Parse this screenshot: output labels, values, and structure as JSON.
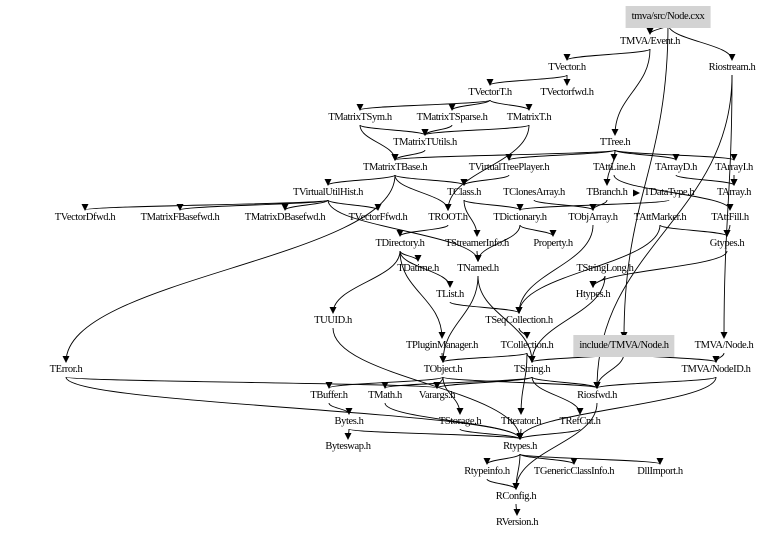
{
  "graph": {
    "highlight_color": "#d3d3d3",
    "nodes": [
      {
        "id": "n0",
        "label": "tmva/src/Node.cxx",
        "highlighted": true
      },
      {
        "id": "n1",
        "label": "TMVA/Event.h"
      },
      {
        "id": "n2",
        "label": "Riostream.h"
      },
      {
        "id": "n3",
        "label": "TVector.h"
      },
      {
        "id": "n4",
        "label": "TVectorT.h"
      },
      {
        "id": "n5",
        "label": "TVectorfwd.h"
      },
      {
        "id": "n6",
        "label": "TMatrixTSym.h"
      },
      {
        "id": "n7",
        "label": "TMatrixTSparse.h"
      },
      {
        "id": "n8",
        "label": "TMatrixT.h"
      },
      {
        "id": "n9",
        "label": "TMatrixTUtils.h"
      },
      {
        "id": "n10",
        "label": "TTree.h"
      },
      {
        "id": "n11",
        "label": "TMatrixTBase.h"
      },
      {
        "id": "n12",
        "label": "TVirtualTreePlayer.h"
      },
      {
        "id": "n13",
        "label": "TAttLine.h"
      },
      {
        "id": "n14",
        "label": "TArrayD.h"
      },
      {
        "id": "n15",
        "label": "TArrayI.h"
      },
      {
        "id": "n16",
        "label": "TVirtualUtilHist.h"
      },
      {
        "id": "n17",
        "label": "TClass.h"
      },
      {
        "id": "n18",
        "label": "TClonesArray.h"
      },
      {
        "id": "n19",
        "label": "TBranch.h"
      },
      {
        "id": "n20",
        "label": "TDataType.h"
      },
      {
        "id": "n21",
        "label": "TArray.h"
      },
      {
        "id": "n22",
        "label": "TVectorDfwd.h"
      },
      {
        "id": "n23",
        "label": "TMatrixFBasefwd.h"
      },
      {
        "id": "n24",
        "label": "TMatrixDBasefwd.h"
      },
      {
        "id": "n25",
        "label": "TVectorFfwd.h"
      },
      {
        "id": "n26",
        "label": "TROOT.h"
      },
      {
        "id": "n27",
        "label": "TDictionary.h"
      },
      {
        "id": "n28",
        "label": "TObjArray.h"
      },
      {
        "id": "n29",
        "label": "TAttMarker.h"
      },
      {
        "id": "n30",
        "label": "TAttFill.h"
      },
      {
        "id": "n31",
        "label": "TDirectory.h"
      },
      {
        "id": "n32",
        "label": "TStreamerInfo.h"
      },
      {
        "id": "n33",
        "label": "Property.h"
      },
      {
        "id": "n34",
        "label": "Gtypes.h"
      },
      {
        "id": "n35",
        "label": "TDatime.h"
      },
      {
        "id": "n36",
        "label": "TNamed.h"
      },
      {
        "id": "n37",
        "label": "TStringLong.h"
      },
      {
        "id": "n38",
        "label": "TList.h"
      },
      {
        "id": "n39",
        "label": "Htypes.h"
      },
      {
        "id": "n40",
        "label": "TUUID.h"
      },
      {
        "id": "n41",
        "label": "TSeqCollection.h"
      },
      {
        "id": "n42",
        "label": "TPluginManager.h"
      },
      {
        "id": "n43",
        "label": "TCollection.h"
      },
      {
        "id": "n44",
        "label": "include/TMVA/Node.h",
        "highlighted": true
      },
      {
        "id": "n45",
        "label": "TMVA/Node.h"
      },
      {
        "id": "n46",
        "label": "TError.h"
      },
      {
        "id": "n47",
        "label": "TObject.h"
      },
      {
        "id": "n48",
        "label": "TString.h"
      },
      {
        "id": "n49",
        "label": "TMVA/NodeID.h"
      },
      {
        "id": "n50",
        "label": "TBuffer.h"
      },
      {
        "id": "n51",
        "label": "TMath.h"
      },
      {
        "id": "n52",
        "label": "Varargs.h"
      },
      {
        "id": "n53",
        "label": "Riosfwd.h"
      },
      {
        "id": "n54",
        "label": "Bytes.h"
      },
      {
        "id": "n55",
        "label": "TStorage.h"
      },
      {
        "id": "n56",
        "label": "TIterator.h"
      },
      {
        "id": "n57",
        "label": "TRefCnt.h"
      },
      {
        "id": "n58",
        "label": "Byteswap.h"
      },
      {
        "id": "n59",
        "label": "Rtypes.h"
      },
      {
        "id": "n60",
        "label": "Rtypeinfo.h"
      },
      {
        "id": "n61",
        "label": "TGenericClassInfo.h"
      },
      {
        "id": "n62",
        "label": "DllImport.h"
      },
      {
        "id": "n63",
        "label": "RConfig.h"
      },
      {
        "id": "n64",
        "label": "RVersion.h"
      }
    ],
    "edges": [
      [
        "n0",
        "n1"
      ],
      [
        "n0",
        "n2"
      ],
      [
        "n0",
        "n44"
      ],
      [
        "n1",
        "n3"
      ],
      [
        "n1",
        "n10"
      ],
      [
        "n3",
        "n4"
      ],
      [
        "n3",
        "n5"
      ],
      [
        "n4",
        "n6"
      ],
      [
        "n4",
        "n7"
      ],
      [
        "n4",
        "n8"
      ],
      [
        "n6",
        "n9"
      ],
      [
        "n6",
        "n11"
      ],
      [
        "n7",
        "n9"
      ],
      [
        "n8",
        "n9"
      ],
      [
        "n8",
        "n26"
      ],
      [
        "n9",
        "n11"
      ],
      [
        "n11",
        "n16"
      ],
      [
        "n11",
        "n17"
      ],
      [
        "n11",
        "n26"
      ],
      [
        "n11",
        "n46"
      ],
      [
        "n16",
        "n22"
      ],
      [
        "n16",
        "n23"
      ],
      [
        "n16",
        "n24"
      ],
      [
        "n16",
        "n25"
      ],
      [
        "n16",
        "n36"
      ],
      [
        "n10",
        "n11"
      ],
      [
        "n10",
        "n12"
      ],
      [
        "n10",
        "n13"
      ],
      [
        "n10",
        "n14"
      ],
      [
        "n10",
        "n15"
      ],
      [
        "n10",
        "n19"
      ],
      [
        "n12",
        "n17"
      ],
      [
        "n14",
        "n21"
      ],
      [
        "n15",
        "n21"
      ],
      [
        "n13",
        "n30"
      ],
      [
        "n17",
        "n27"
      ],
      [
        "n17",
        "n32"
      ],
      [
        "n18",
        "n28"
      ],
      [
        "n19",
        "n28"
      ],
      [
        "n19",
        "n20"
      ],
      [
        "n20",
        "n27"
      ],
      [
        "n29",
        "n34"
      ],
      [
        "n29",
        "n41"
      ],
      [
        "n30",
        "n34"
      ],
      [
        "n34",
        "n39"
      ],
      [
        "n27",
        "n33"
      ],
      [
        "n27",
        "n36"
      ],
      [
        "n26",
        "n31"
      ],
      [
        "n31",
        "n35"
      ],
      [
        "n31",
        "n38"
      ],
      [
        "n31",
        "n40"
      ],
      [
        "n31",
        "n42"
      ],
      [
        "n32",
        "n36"
      ],
      [
        "n37",
        "n48"
      ],
      [
        "n28",
        "n41"
      ],
      [
        "n38",
        "n41"
      ],
      [
        "n41",
        "n43"
      ],
      [
        "n43",
        "n47"
      ],
      [
        "n43",
        "n48"
      ],
      [
        "n43",
        "n56"
      ],
      [
        "n36",
        "n47"
      ],
      [
        "n36",
        "n48"
      ],
      [
        "n42",
        "n47"
      ],
      [
        "n47",
        "n52"
      ],
      [
        "n47",
        "n55"
      ],
      [
        "n47",
        "n53"
      ],
      [
        "n47",
        "n50"
      ],
      [
        "n48",
        "n57"
      ],
      [
        "n48",
        "n52"
      ],
      [
        "n48",
        "n51"
      ],
      [
        "n48",
        "n53"
      ],
      [
        "n50",
        "n54"
      ],
      [
        "n54",
        "n58"
      ],
      [
        "n54",
        "n59"
      ],
      [
        "n46",
        "n52"
      ],
      [
        "n46",
        "n59"
      ],
      [
        "n40",
        "n59"
      ],
      [
        "n51",
        "n59"
      ],
      [
        "n55",
        "n59"
      ],
      [
        "n56",
        "n59"
      ],
      [
        "n57",
        "n59"
      ],
      [
        "n44",
        "n49"
      ],
      [
        "n44",
        "n53"
      ],
      [
        "n44",
        "n48"
      ],
      [
        "n45",
        "n49"
      ],
      [
        "n49",
        "n53"
      ],
      [
        "n49",
        "n59"
      ],
      [
        "n2",
        "n53"
      ],
      [
        "n2",
        "n45"
      ],
      [
        "n53",
        "n63"
      ],
      [
        "n37",
        "n39"
      ],
      [
        "n59",
        "n60"
      ],
      [
        "n59",
        "n61"
      ],
      [
        "n59",
        "n62"
      ],
      [
        "n59",
        "n63"
      ],
      [
        "n60",
        "n63"
      ],
      [
        "n63",
        "n64"
      ]
    ]
  }
}
